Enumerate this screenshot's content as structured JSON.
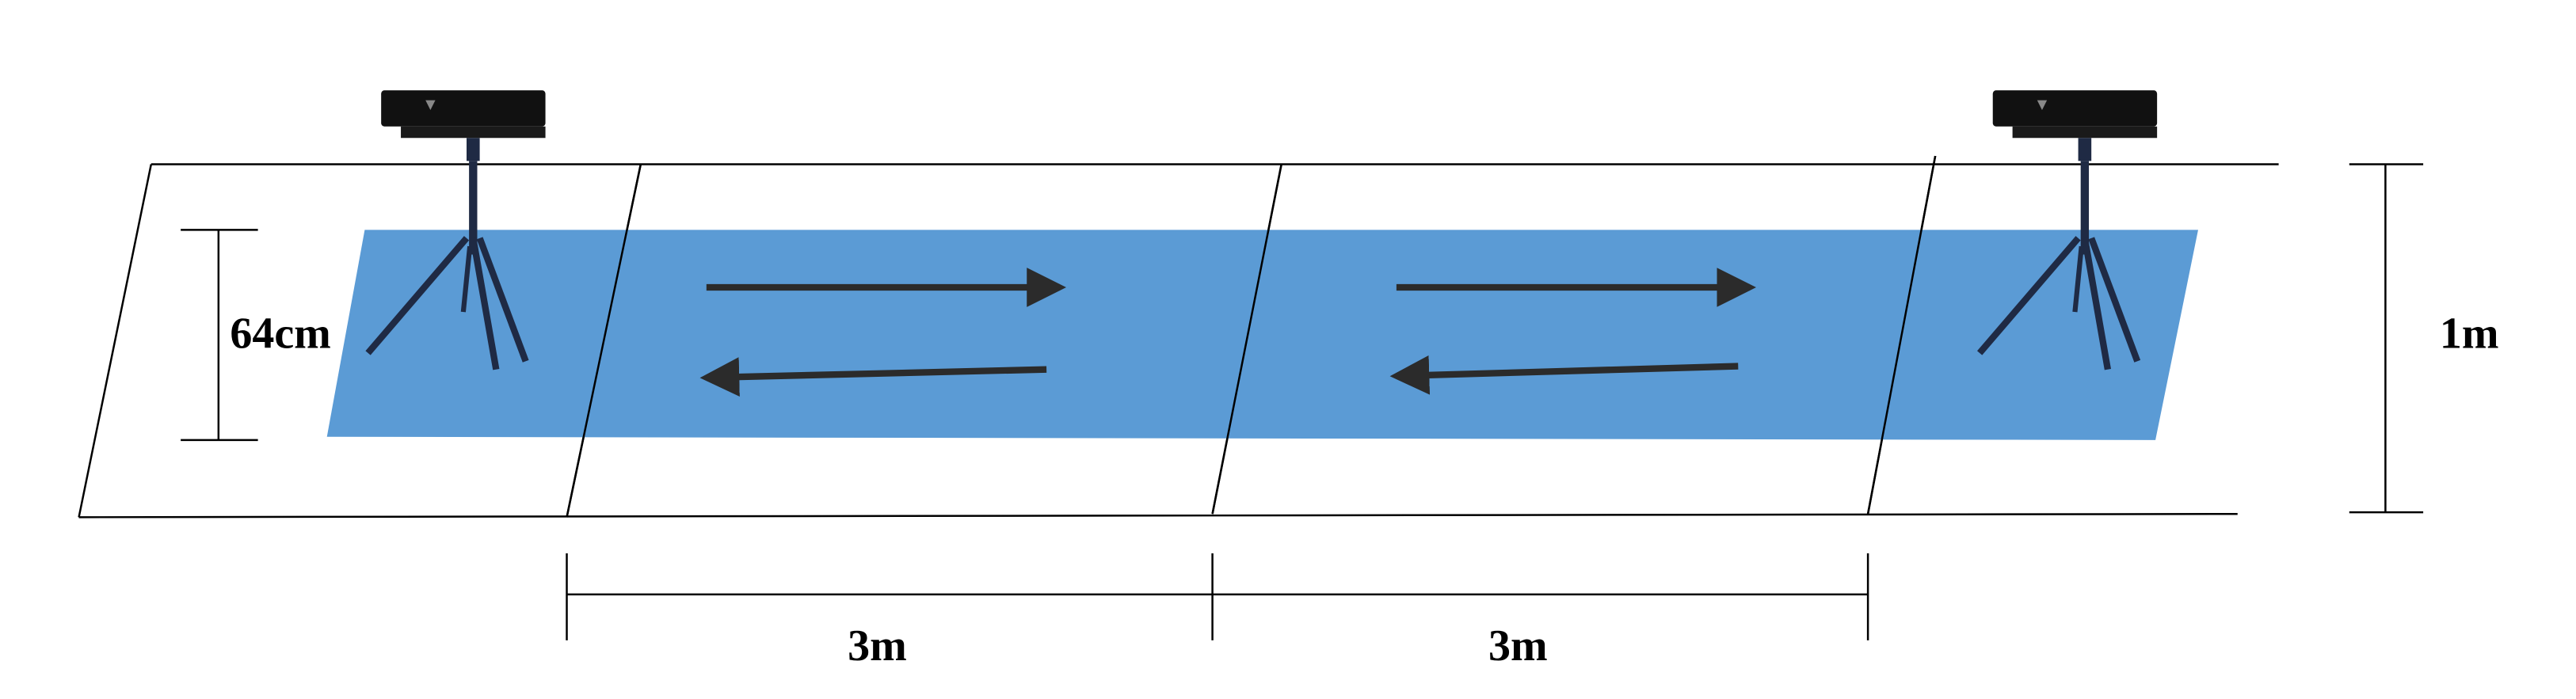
{
  "labels": {
    "lane_width": "64cm",
    "area_width": "1m",
    "segment_1": "3m",
    "segment_2": "3m"
  },
  "colors": {
    "walkway": "#5B9BD5",
    "arrow": "#2b2b2b",
    "camera": "#111111",
    "tripod": "#1f2a44"
  },
  "icons": [
    "kinect-camera-icon",
    "tripod-icon",
    "arrow-right-icon",
    "arrow-left-icon"
  ]
}
